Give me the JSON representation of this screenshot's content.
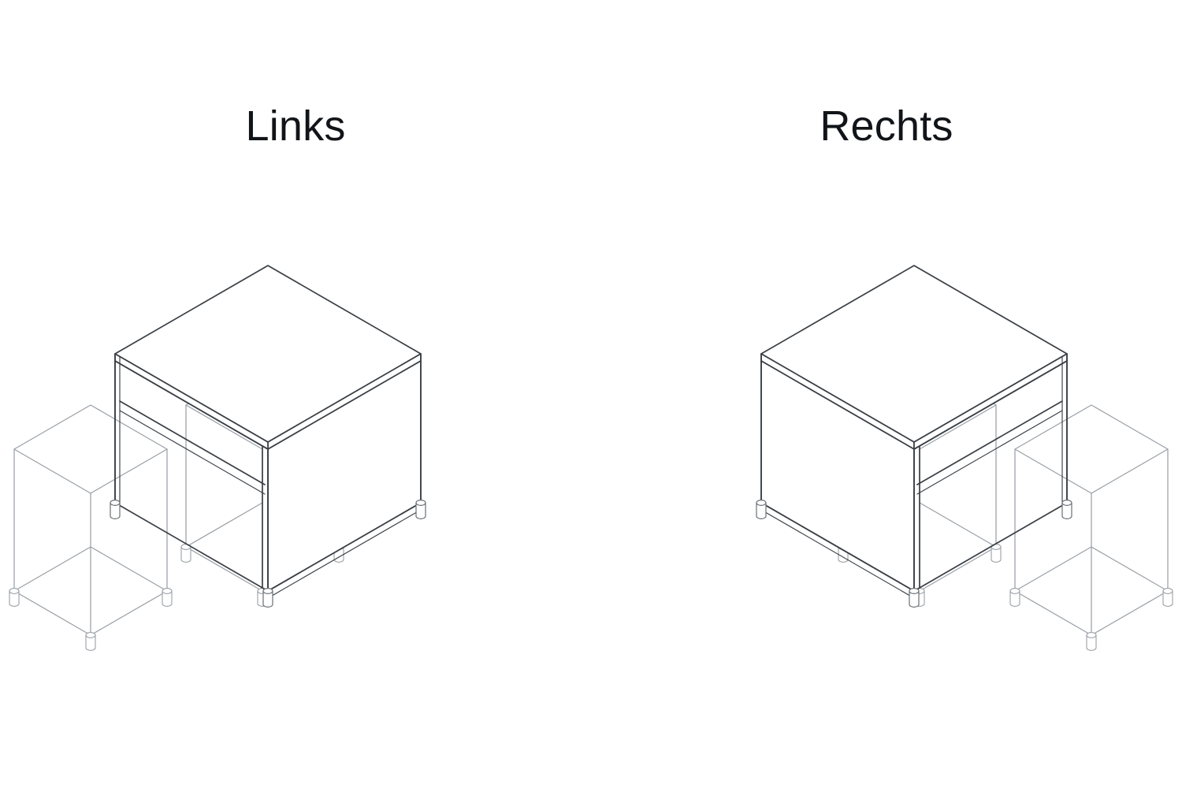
{
  "document": {
    "type": "isometric-technical-illustration",
    "background_color": "#ffffff",
    "subject": "kitchen base cabinet run — corner module hinge / orientation variants"
  },
  "variants": [
    {
      "id": "links",
      "title": "Links",
      "position": "left",
      "description": "Three-module base cabinet run with the highlighted corner module oriented to the left",
      "module_count": 3,
      "highlighted_module_index": 1,
      "highlighted_module_side": "left",
      "feet_count": 8
    },
    {
      "id": "rechts",
      "title": "Rechts",
      "position": "right",
      "description": "Mirrored three-module base cabinet run with the highlighted corner module oriented to the right",
      "module_count": 3,
      "highlighted_module_index": 1,
      "highlighted_module_side": "right",
      "feet_count": 8
    }
  ],
  "style": {
    "ghost_line_color": "#9aa0a6",
    "highlight_line_color": "#3a3f45",
    "title_color": "#111418",
    "fill_color": "#ffffff",
    "projection": "isometric-30deg"
  },
  "parts": {
    "top_panel": "top-panel",
    "side_panel": "side-panel",
    "back_panel": "back-panel",
    "bottom_panel": "bottom-panel",
    "cross_rail": "cross-rail",
    "foot": "adjustable-foot"
  }
}
